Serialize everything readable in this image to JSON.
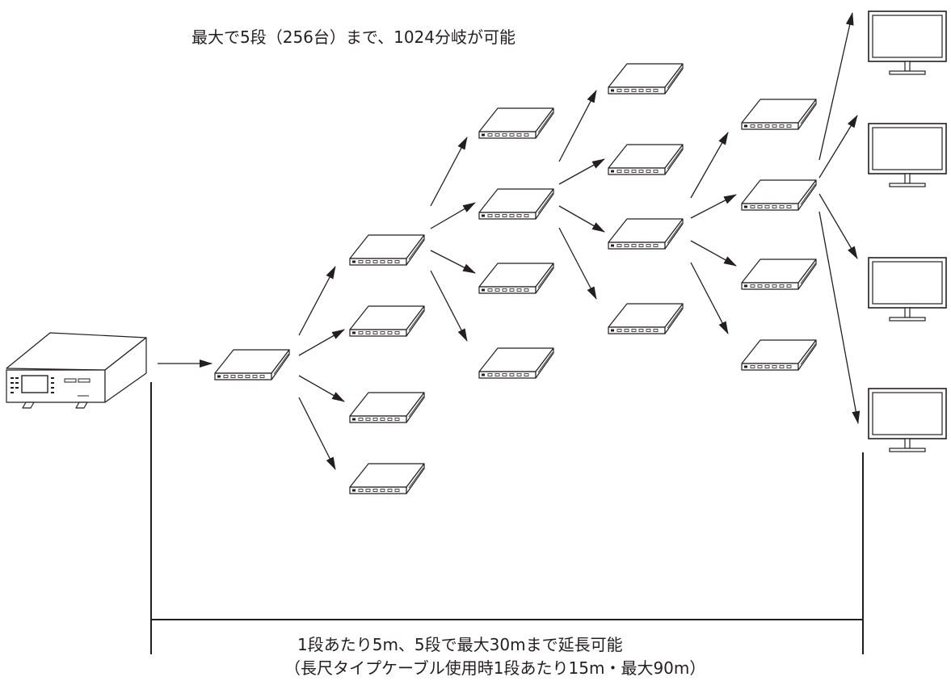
{
  "captions": {
    "top": "最大で5段（256台）まで、1024分岐が可能",
    "bottom_line1": "1段あたり5m、5段で最大30mまで延長可能",
    "bottom_line2": "（長尺タイプケーブル使用時1段あたり15m・最大90m）"
  },
  "icons": {
    "source": "signal-generator-icon",
    "splitter": "splitter-icon",
    "display": "monitor-icon",
    "connector": "arrow-icon"
  },
  "colors": {
    "line": "#231f20",
    "background": "#ffffff"
  }
}
